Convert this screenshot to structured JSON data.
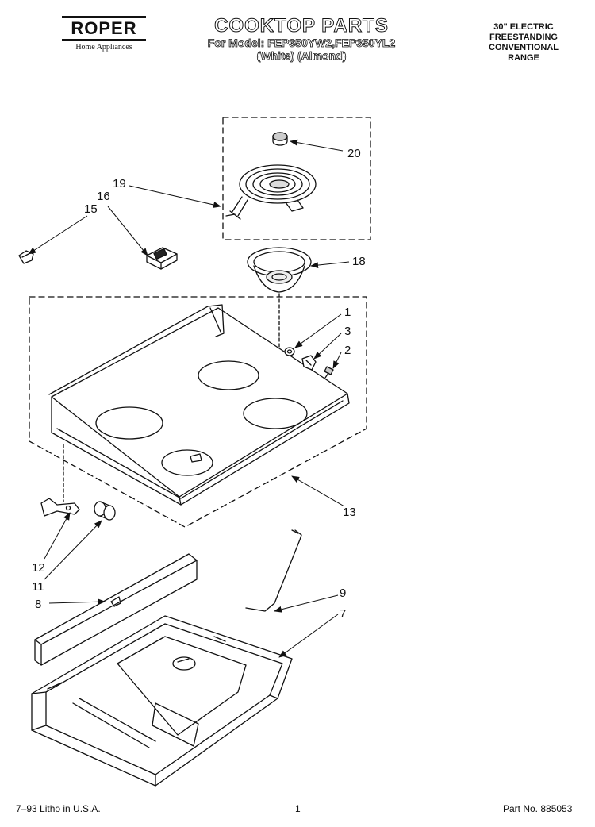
{
  "brand": {
    "name": "ROPER",
    "tagline": "Home Appliances"
  },
  "header": {
    "title": "COOKTOP PARTS",
    "model_line": "For Model: FEP350YW2,FEP350YL2",
    "color_line": "(White)   (Almond)"
  },
  "spec": {
    "line1": "30\" ELECTRIC",
    "line2": "FREESTANDING",
    "line3": "CONVENTIONAL",
    "line4": "RANGE"
  },
  "callouts": {
    "c20": "20",
    "c19": "19",
    "c16": "16",
    "c15": "15",
    "c18": "18",
    "c1": "1",
    "c3": "3",
    "c2": "2",
    "c13": "13",
    "c12": "12",
    "c11": "11",
    "c8": "8",
    "c9": "9",
    "c7": "7"
  },
  "footer": {
    "litho": "7–93 Litho in U.S.A.",
    "page": "1",
    "part_no": "Part No. 885053"
  }
}
